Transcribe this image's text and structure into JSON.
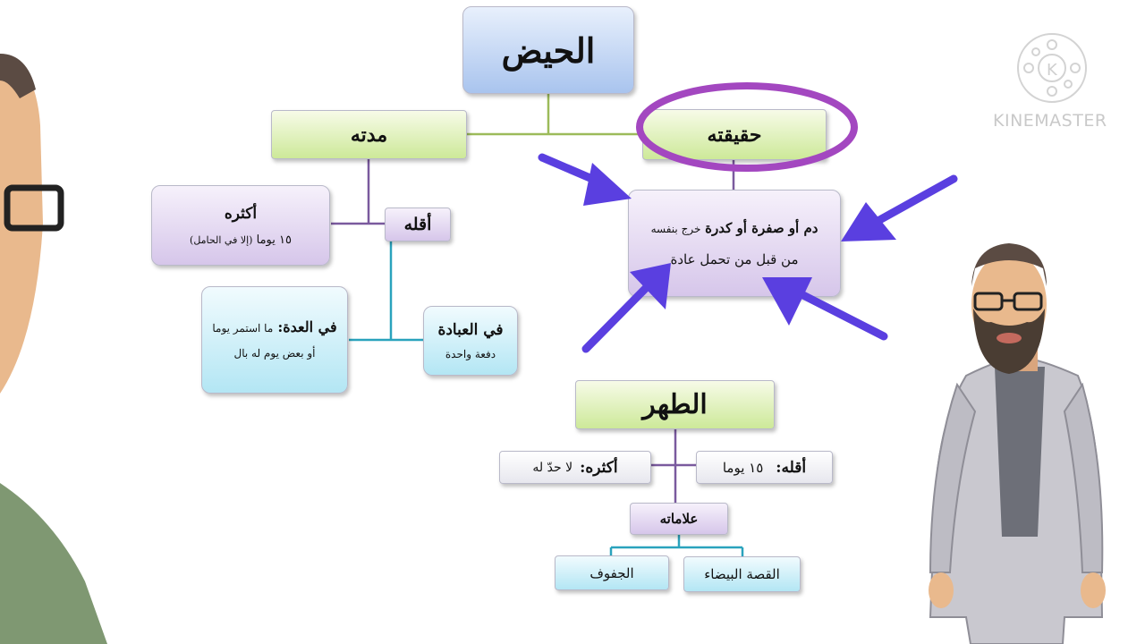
{
  "diagram": {
    "root": "الحيض",
    "reality_heading": "حقيقته",
    "reality_line1_bold": "دم أو صفرة أو كدرة",
    "reality_line1_rest": "خرج بنفسه",
    "reality_line2": "من قبل من تحمل عادة",
    "duration_heading": "مدته",
    "max_title": "أكثره",
    "max_value": "١٥ يوما",
    "max_note": "(إلا في الحامل)",
    "min_title": "أقله",
    "worship_title": "في العبادة",
    "worship_value": "دفعة واحدة",
    "iddah_title": "في العدة:",
    "iddah_line1": "ما استمر يوما",
    "iddah_line2": "أو بعض يوم له بال",
    "purity": "الطهر",
    "purity_min_label": "أقله:",
    "purity_min_value": "١٥ يوما",
    "purity_max_label": "أكثره:",
    "purity_max_value": "لا حدّ له",
    "signs": "علاماته",
    "sign_white": "القصة البيضاء",
    "sign_dry": "الجفوف"
  },
  "watermark": {
    "text": "KINEMASTER"
  },
  "colors": {
    "highlight_ring": "#a347c0",
    "arrows": "#5a3fe0",
    "connector_green": "#9cbb5a",
    "connector_purple": "#7a5a9e",
    "connector_cyan": "#2aa3bd"
  }
}
